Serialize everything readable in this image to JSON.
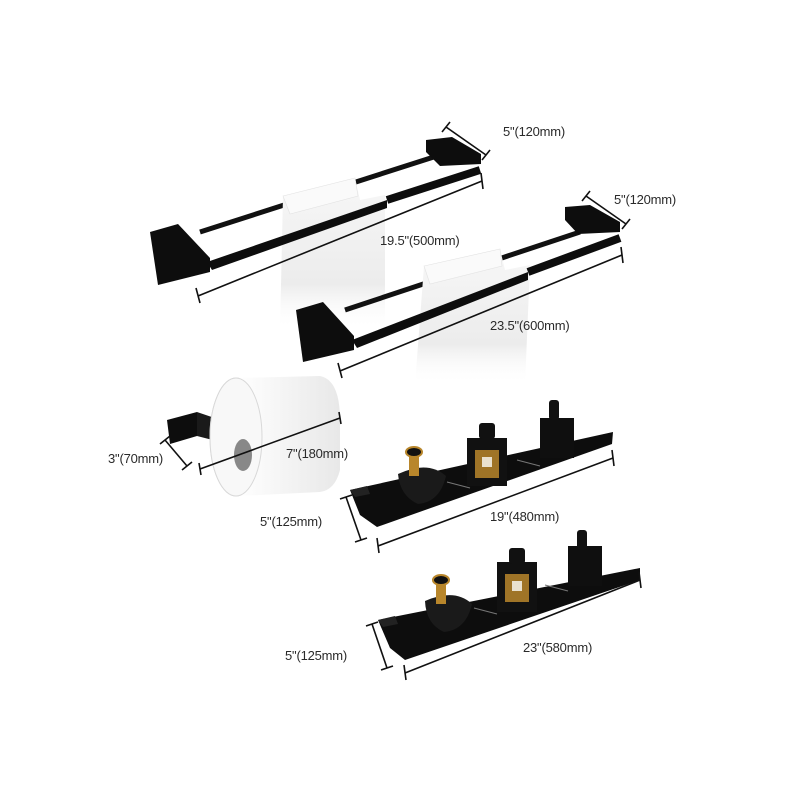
{
  "diagram": {
    "background": "#ffffff",
    "product_color": "#0d0d0d",
    "towel_color": "#f2f2f2",
    "accent_gold": "#b8862b",
    "dimension_line_color": "#111111",
    "label_color": "#2a2a2a"
  },
  "products": [
    {
      "name": "Double towel bar (short)",
      "dimensions": {
        "depth": "5\"(120mm)",
        "length": "19.5\"(500mm)"
      }
    },
    {
      "name": "Double towel bar (long)",
      "dimensions": {
        "depth": "5\"(120mm)",
        "length": "23.5\"(600mm)"
      }
    },
    {
      "name": "Toilet paper holder",
      "dimensions": {
        "depth": "3\"(70mm)",
        "length": "7\"(180mm)"
      }
    },
    {
      "name": "Bathroom shelf (short)",
      "dimensions": {
        "depth": "5\"(125mm)",
        "length": "19\"(480mm)"
      }
    },
    {
      "name": "Bathroom shelf (long)",
      "dimensions": {
        "depth": "5\"(125mm)",
        "length": "23\"(580mm)"
      }
    }
  ]
}
